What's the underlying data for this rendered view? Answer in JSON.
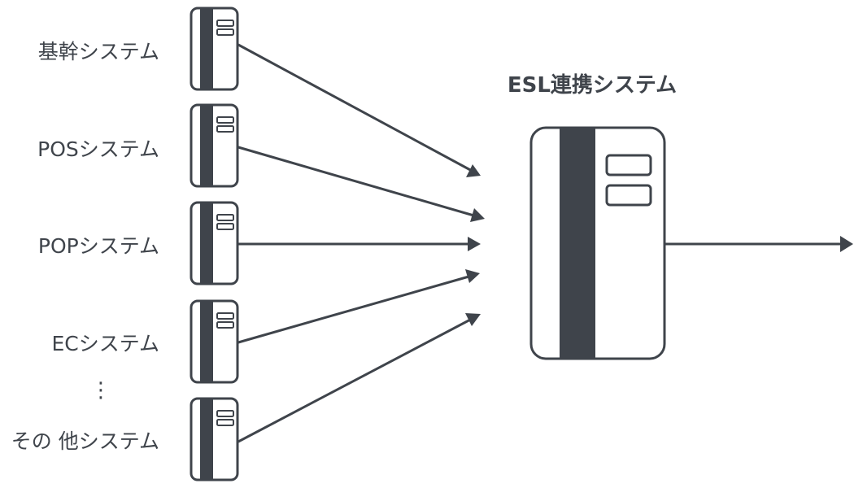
{
  "diagram": {
    "title": "ESL連携システム",
    "ellipsis": "⋮",
    "sources": [
      {
        "label": "基幹システム"
      },
      {
        "label": "POSシステム"
      },
      {
        "label": "POPシステム"
      },
      {
        "label": "ECシステム"
      },
      {
        "label": "その 他システム"
      }
    ],
    "colors": {
      "ink": "#3f444b",
      "background": "#ffffff"
    },
    "icons": {
      "source": "server-icon",
      "hub": "server-icon",
      "arrowhead": "arrowhead-icon"
    }
  }
}
